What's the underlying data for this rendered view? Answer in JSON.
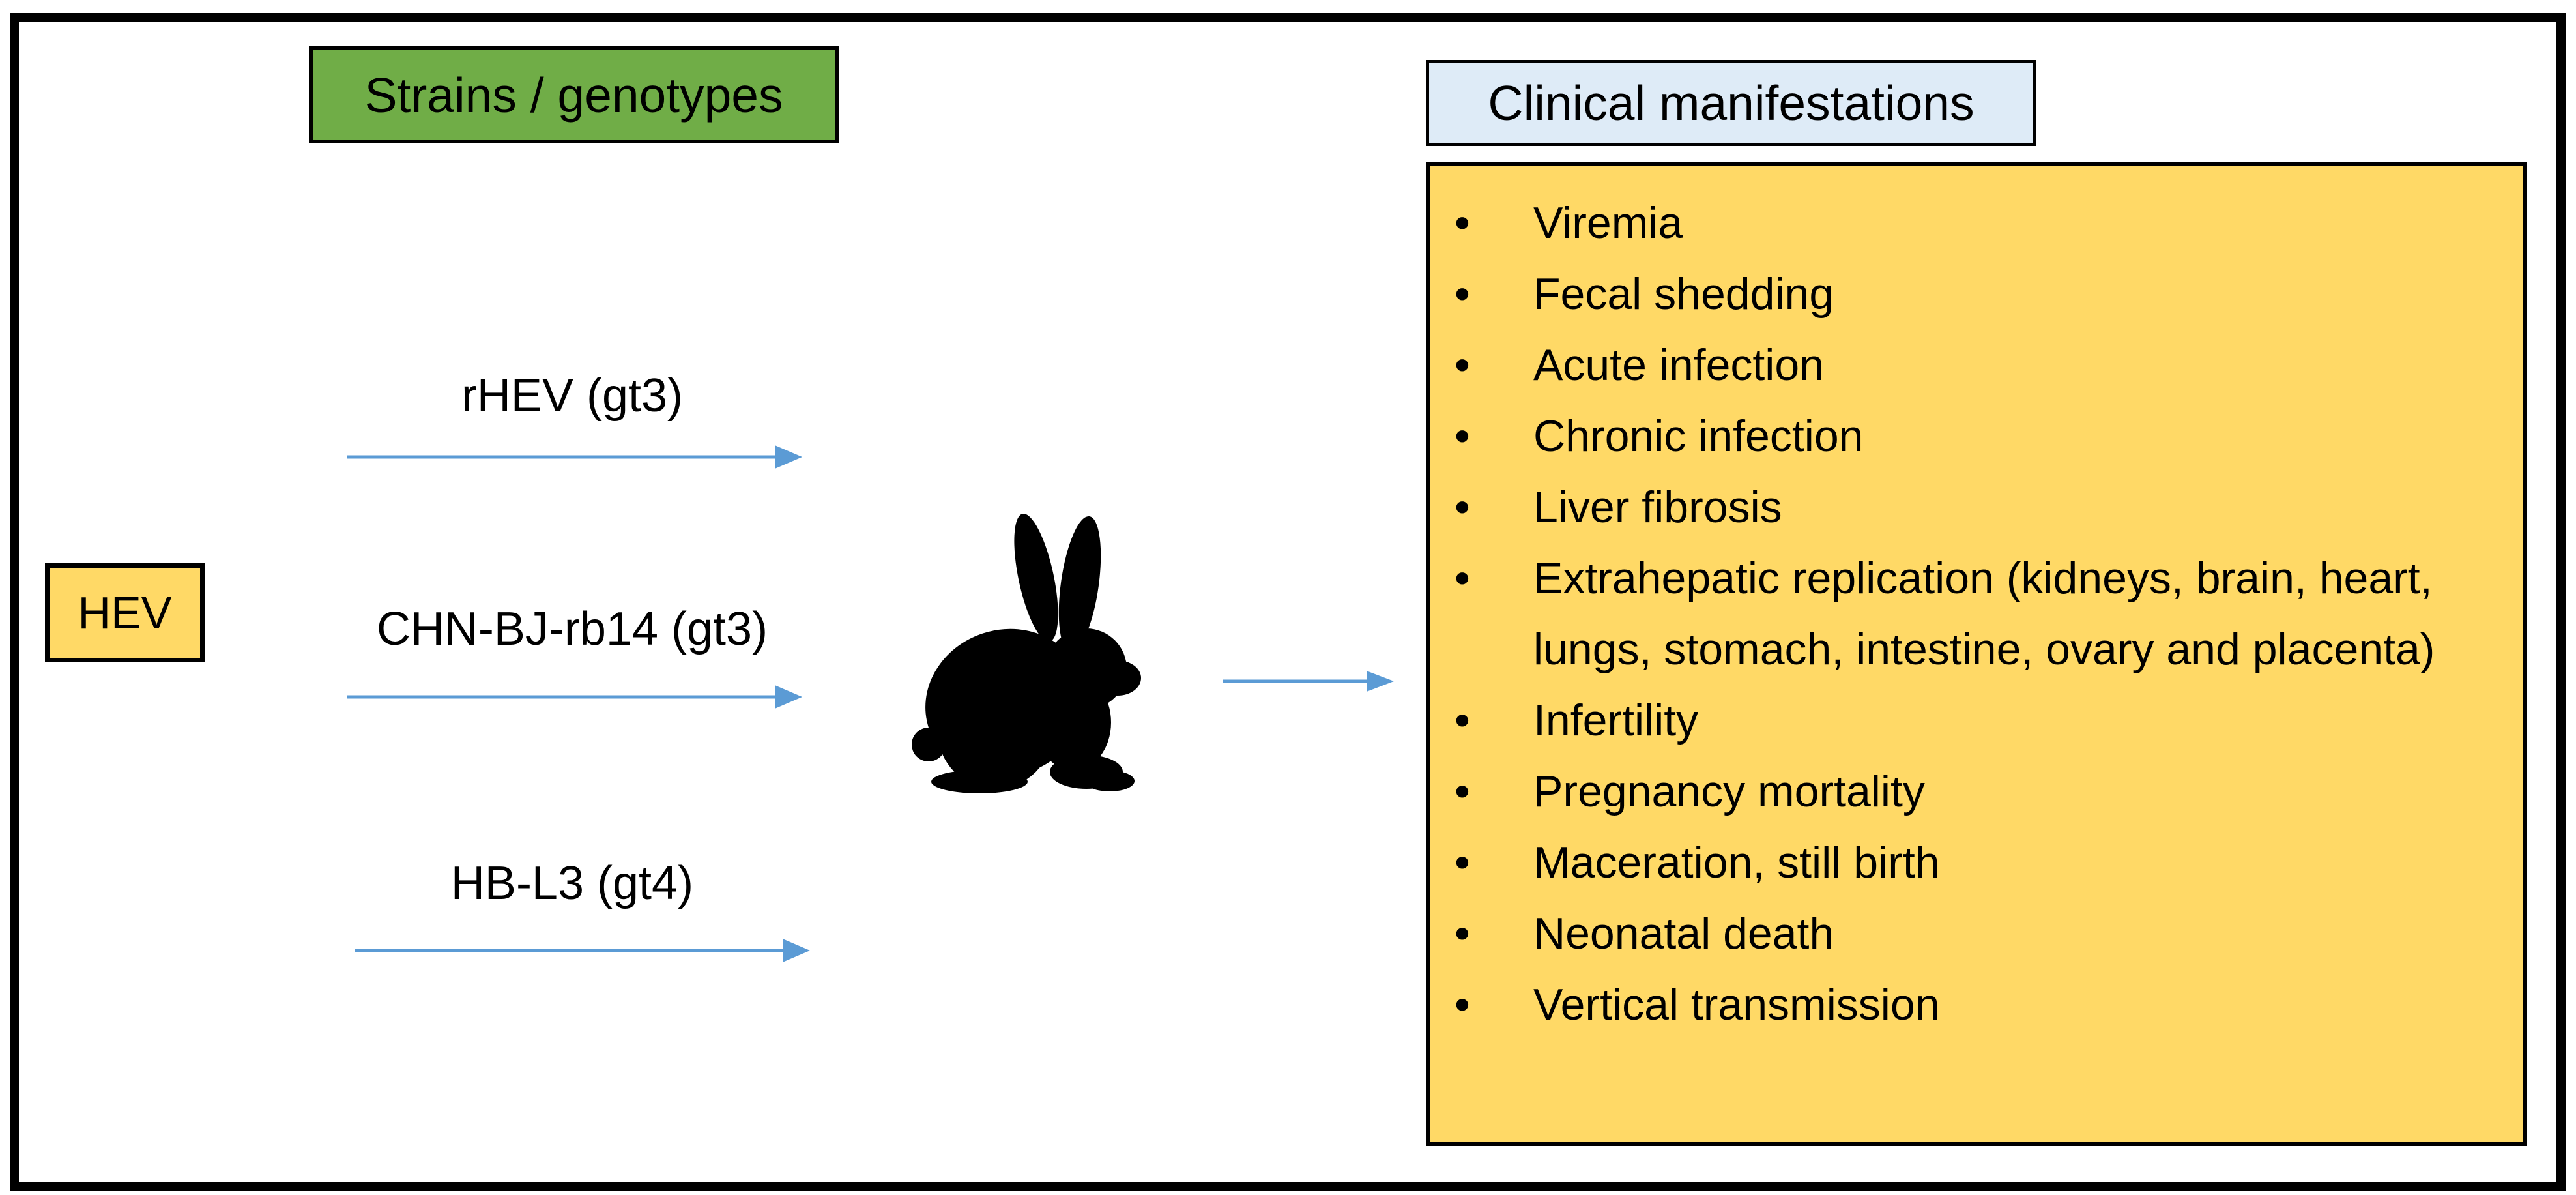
{
  "figure": {
    "source_box": {
      "label": "HEV"
    },
    "strains_header": {
      "label": "Strains / genotypes"
    },
    "clinical_header": {
      "label": "Clinical manifestations"
    },
    "strains": [
      {
        "label": "rHEV (gt3)"
      },
      {
        "label": "CHN-BJ-rb14 (gt3)"
      },
      {
        "label": "HB-L3 (gt4)"
      }
    ],
    "host": {
      "animal": "rabbit"
    },
    "clinical_manifestations": [
      "Viremia",
      "Fecal shedding",
      "Acute infection",
      "Chronic infection",
      "Liver fibrosis",
      "Extrahepatic replication (kidneys, brain, heart, lungs, stomach, intestine, ovary and placenta)",
      "Infertility",
      "Pregnancy mortality",
      "Maceration, still birth",
      "Neonatal death",
      "Vertical transmission"
    ],
    "colors": {
      "strains_header_bg": "#70AD47",
      "clinical_header_bg": "#DEEBF7",
      "manifestations_bg": "#FFD966",
      "hev_box_bg": "#FFD966",
      "arrow_blue": "#5B9BD5",
      "outline": "#000000"
    }
  }
}
